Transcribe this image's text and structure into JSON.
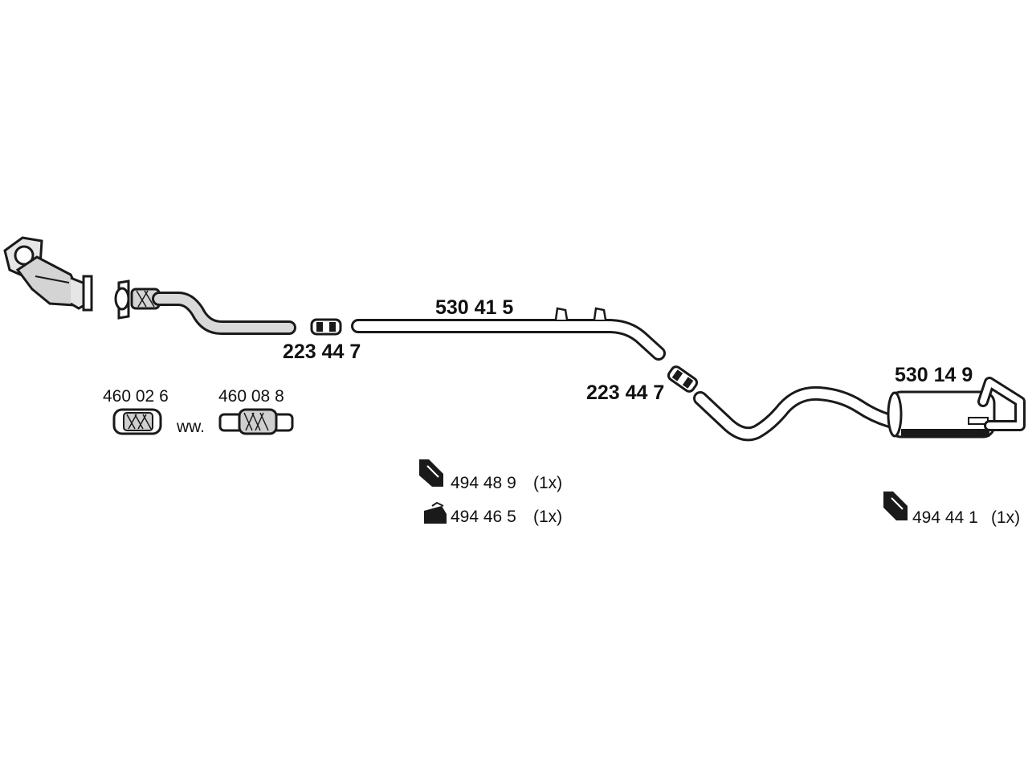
{
  "parts": {
    "pipe_front_center": "530 41 5",
    "clamp_front": "223 44 7",
    "clamp_rear": "223 44 7",
    "rear_muffler": "530 14 9",
    "flex_pipe_a": "460 02 6",
    "flex_pipe_b": "460 08 8",
    "alternative_word": "ww."
  },
  "mounts": [
    {
      "part": "494 48 9",
      "qty": "(1x)",
      "icon": "rubber-hanger-icon"
    },
    {
      "part": "494 46 5",
      "qty": "(1x)",
      "icon": "rubber-block-mount-icon"
    },
    {
      "part": "494 44 1",
      "qty": "(1x)",
      "icon": "rubber-hanger-icon"
    }
  ],
  "colors": {
    "line": "#1a1a1a",
    "pipe_fill": "#ffffff",
    "shade": "#cfcfcf"
  }
}
